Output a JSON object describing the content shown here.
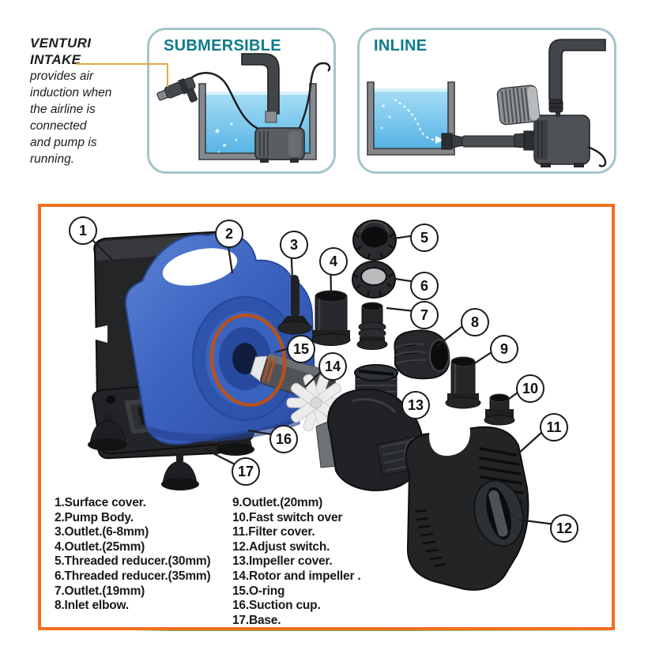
{
  "venturi": {
    "heading": [
      "VENTURI",
      "INTAKE"
    ],
    "lines": [
      "provides air",
      "induction when",
      "the airline is",
      "connected",
      "and pump is",
      "running."
    ]
  },
  "diagrams": {
    "submersible": {
      "title": "SUBMERSIBLE"
    },
    "inline": {
      "title": "INLINE"
    }
  },
  "parts": [
    {
      "num": "1",
      "list_text": "1.Surface cover."
    },
    {
      "num": "2",
      "list_text": "2.Pump Body."
    },
    {
      "num": "3",
      "list_text": "3.Outlet.(6-8mm)"
    },
    {
      "num": "4",
      "list_text": "4.Outlet.(25mm)"
    },
    {
      "num": "5",
      "list_text": "5.Threaded reducer.(30mm)"
    },
    {
      "num": "6",
      "list_text": "6.Threaded reducer.(35mm)"
    },
    {
      "num": "7",
      "list_text": "7.Outlet.(19mm)"
    },
    {
      "num": "8",
      "list_text": "8.Inlet elbow."
    },
    {
      "num": "9",
      "list_text": "9.Outlet.(20mm)"
    },
    {
      "num": "10",
      "list_text": "10.Fast switch over"
    },
    {
      "num": "11",
      "list_text": "11.Filter cover."
    },
    {
      "num": "12",
      "list_text": "12.Adjust switch."
    },
    {
      "num": "13",
      "list_text": "13.Impeller cover."
    },
    {
      "num": "14",
      "list_text": "14.Rotor and impeller ."
    },
    {
      "num": "15",
      "list_text": "15.O-ring"
    },
    {
      "num": "16",
      "list_text": "16.Suction cup."
    },
    {
      "num": "17",
      "list_text": "17.Base."
    }
  ],
  "colors": {
    "accent_orange": "#f26f21",
    "title_teal": "#0f7b8c",
    "pump_blue": "#3b63c0",
    "oring_copper": "#b5521f",
    "leader_yellow": "#e6a93f",
    "green_strip": "#7ab648",
    "water_blue": "#5cb9e8"
  }
}
